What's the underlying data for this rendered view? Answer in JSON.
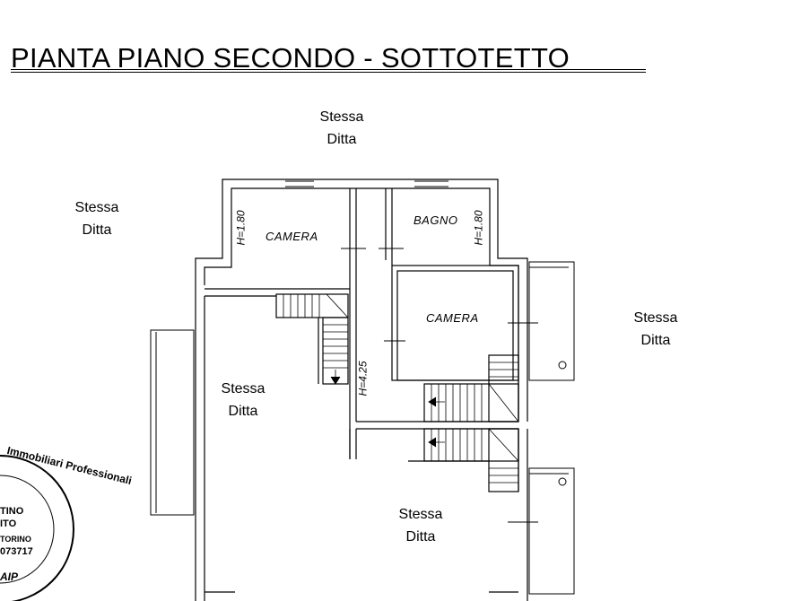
{
  "title": "PIANTA PIANO SECONDO - SOTTOTETTO",
  "neighbors": {
    "north": [
      "Stessa",
      "Ditta"
    ],
    "west": [
      "Stessa",
      "Ditta"
    ],
    "east": [
      "Stessa",
      "Ditta"
    ],
    "center_left": [
      "Stessa",
      "Ditta"
    ],
    "bottom": [
      "Stessa",
      "Ditta"
    ]
  },
  "rooms": {
    "camera_1": "CAMERA",
    "bagno": "BAGNO",
    "camera_2": "CAMERA"
  },
  "heights": {
    "camera_1": "H=1.80",
    "bagno": "H=1.80",
    "corridor": "H=4.25"
  },
  "stamp": {
    "ring_text": "Immobiliari Professionali",
    "line1": "TINO",
    "line2": "ITO",
    "line3": "TORINO",
    "line4": "073717",
    "logo": "AIP"
  }
}
